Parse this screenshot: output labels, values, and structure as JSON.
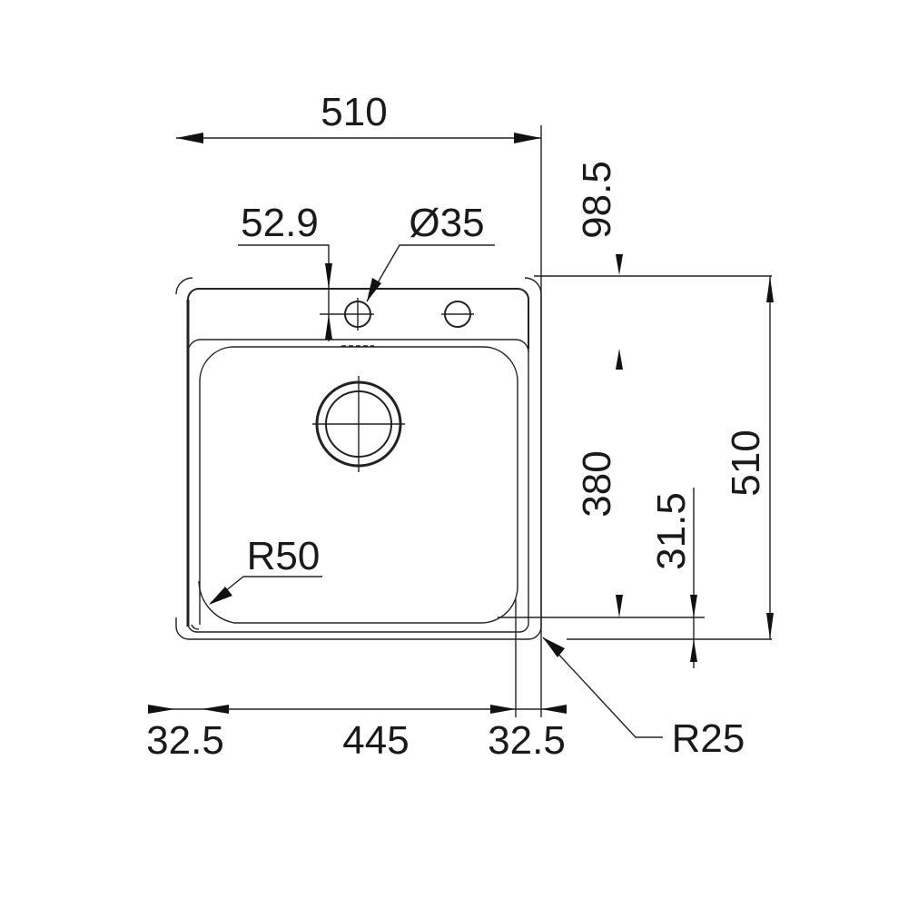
{
  "drawing": {
    "subject": "single bowl kitchen sink – top view dimension drawing",
    "units": "mm"
  },
  "dimensions": {
    "overall_width": "510",
    "overall_depth": "510",
    "tap_hole_offset": "52.9",
    "tap_hole_diameter": "Ø35",
    "back_ledge": "98.5",
    "bowl_depth": "380",
    "front_rim": "31.5",
    "left_rim": "32.5",
    "bowl_width": "445",
    "right_rim": "32.5",
    "bowl_corner_radius": "R50",
    "outer_corner_radius": "R25"
  },
  "colors": {
    "line": "#222222",
    "background": "#ffffff"
  }
}
